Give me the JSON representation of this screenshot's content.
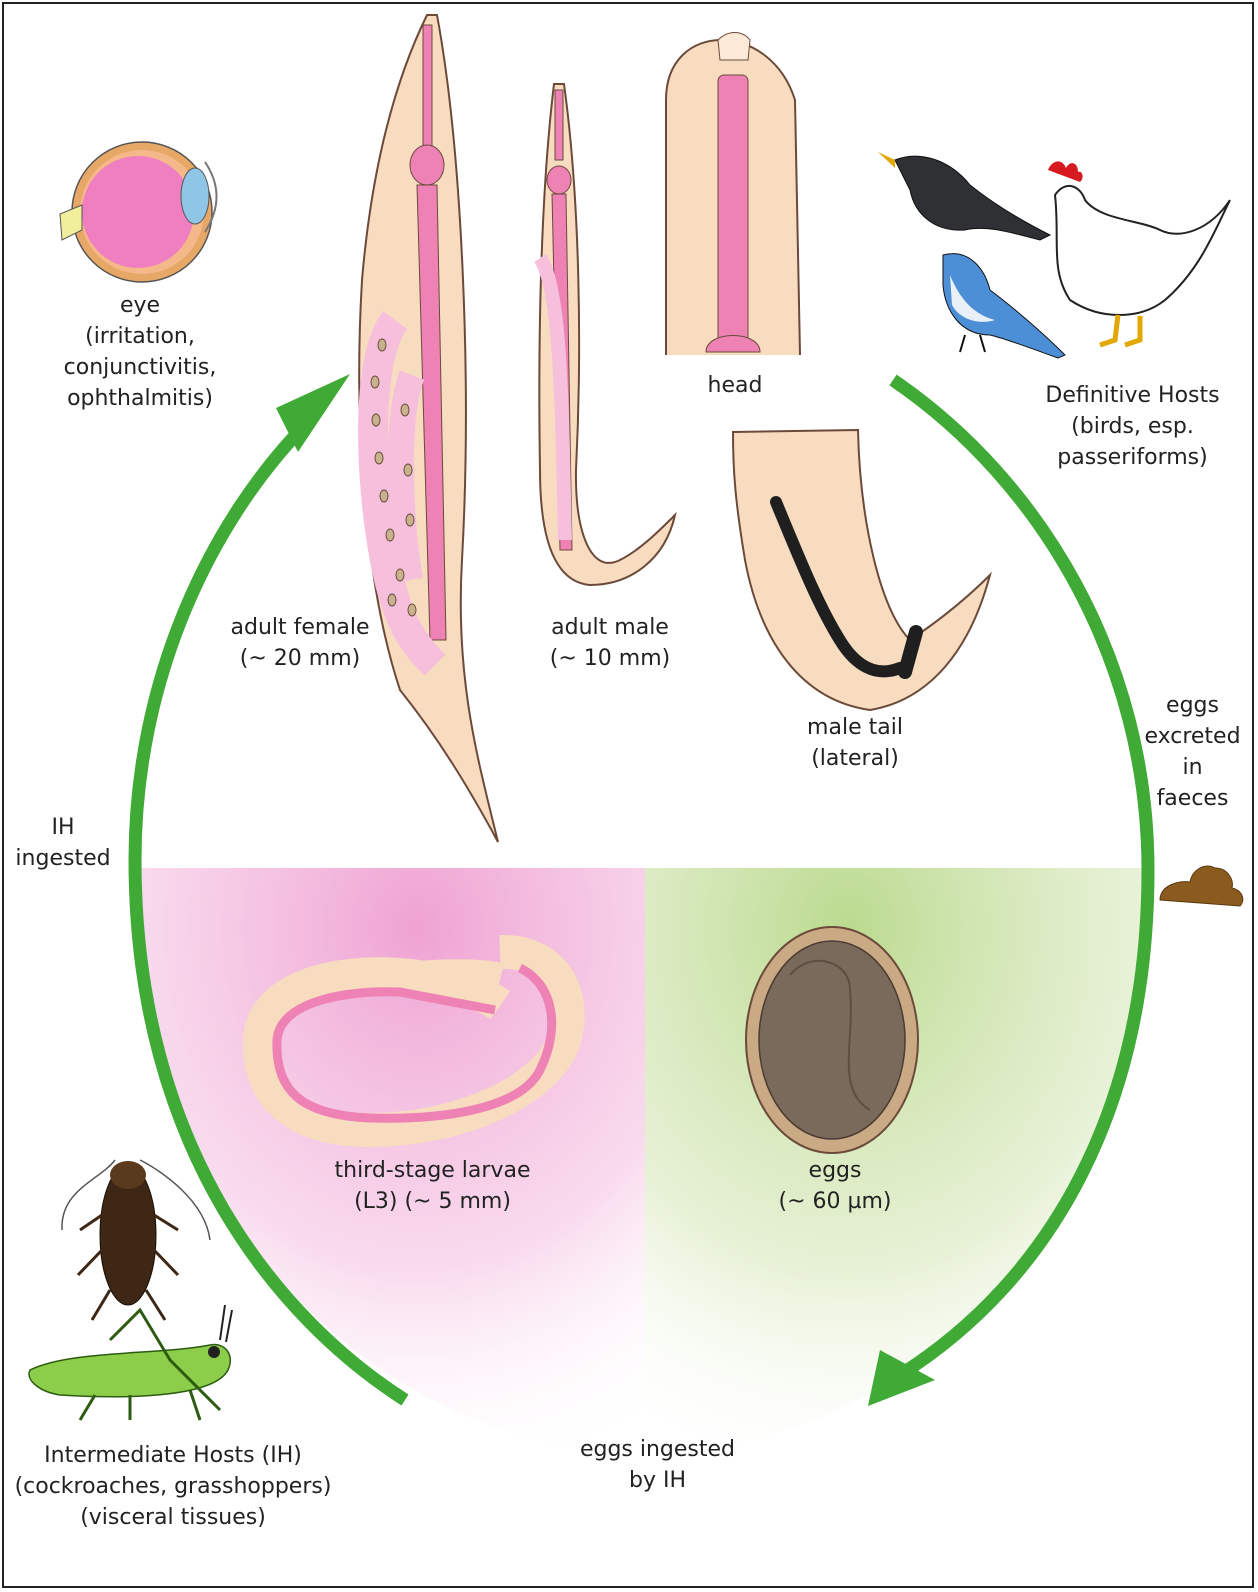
{
  "colors": {
    "cycle_arrow": "#3faa35",
    "worm_body": "#f8dcc0",
    "worm_organ": "#ee82b4",
    "egg_shell": "#c9aa85",
    "egg_embryo": "#7a6a5c",
    "larva_bg": "#ee9dd0",
    "egg_bg": "#b7d889"
  },
  "icons": [
    "eye-icon",
    "blackbird-icon",
    "blue-jay-icon",
    "chicken-icon",
    "faeces-icon",
    "cockroach-icon",
    "grasshopper-icon"
  ],
  "labels": {
    "eye": "eye\n(irritation,\nconjunctivitis,\nophthalmitis)",
    "adult_female": "adult female\n(~ 20 mm)",
    "adult_male": "adult male\n(~ 10 mm)",
    "head": "head",
    "male_tail": "male tail\n(lateral)",
    "definitive_hosts": "Definitive Hosts\n(birds, esp.\npasseriforms)",
    "eggs_excreted": "eggs\nexcreted\nin\nfaeces",
    "ih_ingested": "IH\ningested",
    "larvae": "third-stage larvae\n(L3) (~ 5 mm)",
    "eggs": "eggs\n(~ 60 µm)",
    "intermediate_hosts": "Intermediate Hosts (IH)\n(cockroaches, grasshoppers)\n(visceral tissues)",
    "eggs_ingested": "eggs ingested\nby IH"
  }
}
